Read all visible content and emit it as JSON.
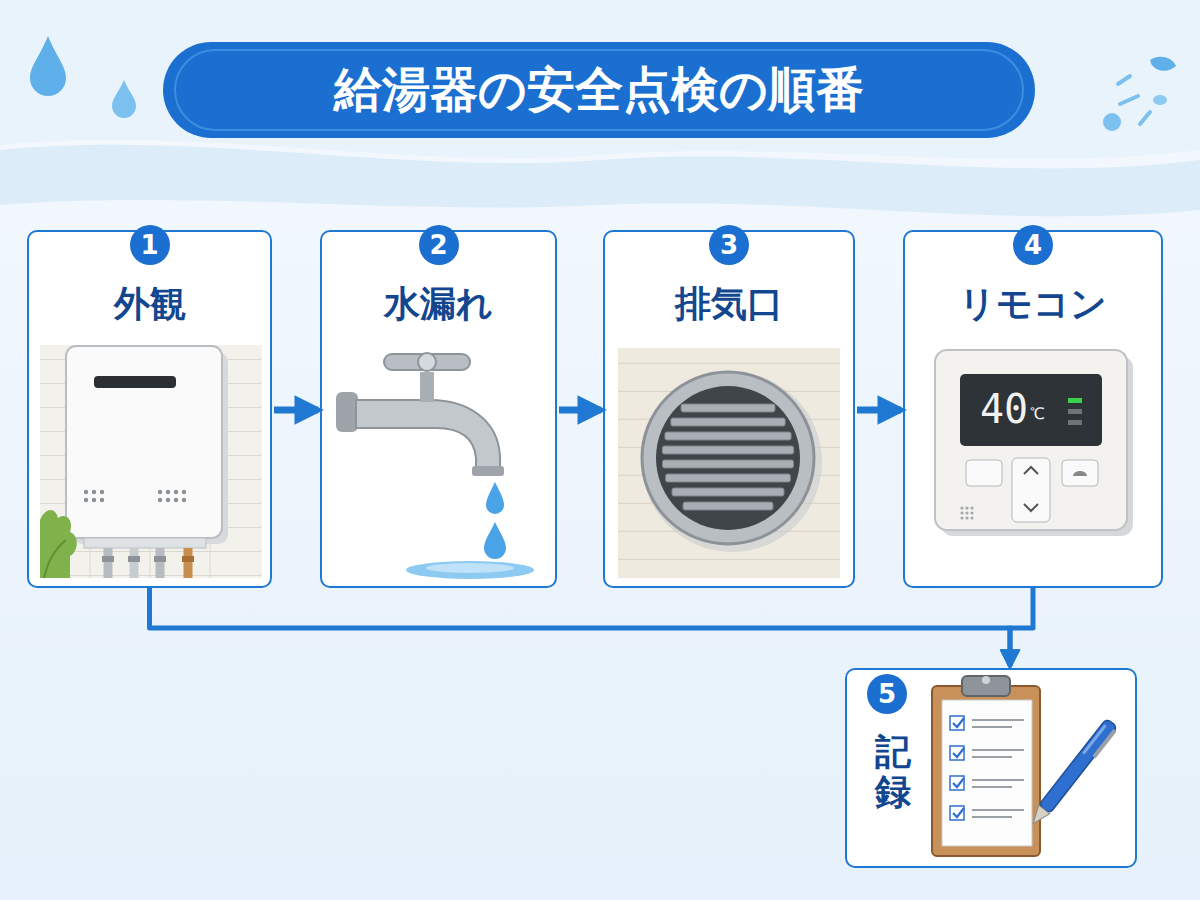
{
  "diagram": {
    "title": "給湯器の安全点検の順番",
    "nodes": [
      {
        "text": [
          "外観"
        ]
      },
      {
        "text": [
          "1"
        ],
        "in": 0
      },
      {
        "text": [
          "水漏れ"
        ]
      },
      {
        "text": [
          "2"
        ],
        "in": 2
      },
      {
        "text": [
          "排気口"
        ]
      },
      {
        "text": [
          "3"
        ],
        "in": 4
      },
      {
        "text": [
          "リモコン"
        ]
      },
      {
        "text": [
          "4"
        ],
        "in": 6
      },
      {
        "text": [
          "記録"
        ]
      },
      {
        "text": [
          "5"
        ],
        "in": 8
      }
    ],
    "edges": [
      {
        "from": 0,
        "to": 2,
        "arrow": "to"
      },
      {
        "from": 2,
        "to": 4,
        "arrow": "to"
      },
      {
        "from": 4,
        "to": 6,
        "arrow": "to"
      },
      {
        "from": 0,
        "to": 8,
        "arrow": "to"
      },
      {
        "from": 6,
        "to": 8,
        "arrow": "to"
      }
    ],
    "labels": [
      "40",
      "℃"
    ]
  }
}
